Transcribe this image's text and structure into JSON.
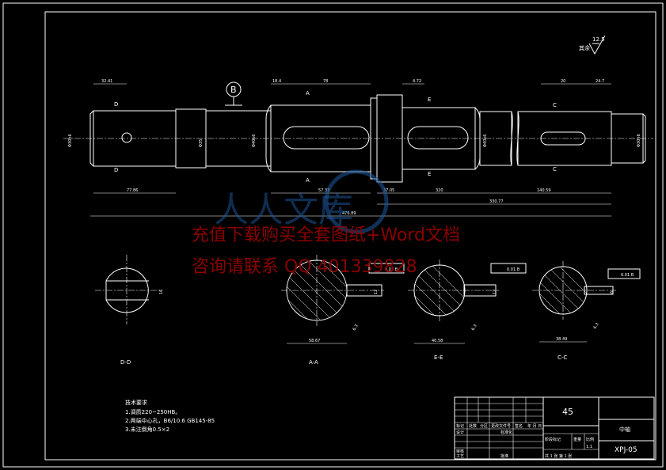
{
  "colors": {
    "background": "#000000",
    "lines": "#ffffff",
    "watermark": "#8b0000",
    "logo": "#1e5aa0"
  },
  "roughness": {
    "symbol_label": "其余",
    "value": "12.5"
  },
  "datum_label": "B",
  "view_labels": {
    "d": "D",
    "a": "A",
    "e": "E",
    "c": "C"
  },
  "dims": {
    "d1": "32.41",
    "d2": "18.4",
    "d3": "78",
    "d4": "4.72",
    "d5": "20",
    "d6": "24.7",
    "l1": "77.86",
    "l2": "37.05",
    "l3": "57.33",
    "l4": "320",
    "l5": "140.59",
    "l6": "330.77",
    "l7": "476.89",
    "dia1": "Φ30h6",
    "dia2": "Φ35",
    "dia3": "Φ40k6",
    "dia4": "Φ40k6",
    "dia5": "Φ30h6"
  },
  "sections": [
    {
      "name": "D-D",
      "keyway": "16",
      "width": ""
    },
    {
      "name": "A-A",
      "keyway": "12",
      "width": "58.67",
      "tol": "0.01 B",
      "rough": "6.3"
    },
    {
      "name": "E-E",
      "keyway": "12",
      "width": "40.58",
      "tol": "0.01 B",
      "rough": "6.3"
    },
    {
      "name": "C-C",
      "keyway": "6",
      "width": "38.49",
      "tol": "0.01 B",
      "rough": "6.3"
    }
  ],
  "notes": {
    "title": "技术要求",
    "lines": [
      "1.调质220~250HB。",
      "2.两端中心孔，B6/10.6 GB145-85",
      "3.未注倒角0.5×2"
    ]
  },
  "watermark": {
    "line1": "充值下载购买全套图纸+Word文档",
    "line2": "咨询请联系 QQ 401339828",
    "logo": "人人文库"
  },
  "title_block": {
    "material": "45",
    "part_name": "中轴",
    "drawing_no": "XPJ-05",
    "scale_label": "比例",
    "scale": "1:1",
    "weight_label": "重量",
    "stage_label": "阶段标记",
    "sheets": "共 1 张 第 1 张",
    "r_mark": "标记",
    "r_count": "处数",
    "r_zone": "分区",
    "r_doc": "更改文件号",
    "r_sign": "签名",
    "r_date": "年 月 日",
    "r_design": "设计",
    "r_std": "标准化",
    "r_review": "审核",
    "r_craft": "工艺",
    "r_approve": "批准"
  }
}
